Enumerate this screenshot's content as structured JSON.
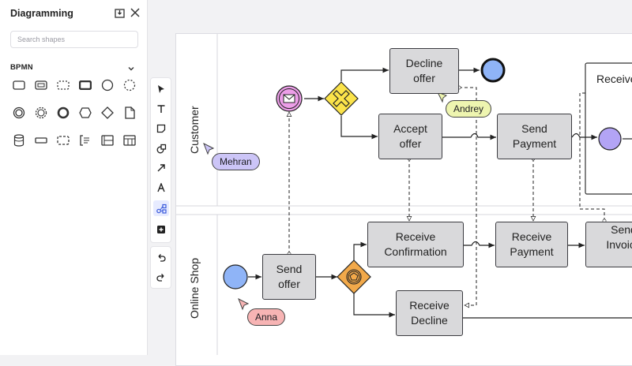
{
  "panel": {
    "title": "Diagramming",
    "search_placeholder": "Search shapes",
    "section": "BPMN"
  },
  "shapes": [
    "task",
    "subprocess",
    "transaction",
    "call-activity",
    "start-event",
    "intermediate-event",
    "intermediate-throw",
    "end-event",
    "event-based",
    "gateway",
    "data-object",
    "data-store",
    "message",
    "group",
    "annotation",
    "pool",
    "lane"
  ],
  "toolbar": [
    "select",
    "text",
    "sticky-note",
    "shapes",
    "connector",
    "pen",
    "diagram",
    "plus",
    "undo",
    "redo"
  ],
  "lanes": {
    "customer": "Customer",
    "shop": "Online Shop"
  },
  "tasks": {
    "decline_offer": "Decline offer",
    "accept_offer": "Accept offer",
    "send_payment": "Send Payment",
    "receive_top": "Receive",
    "send_offer": "Send offer",
    "receive_confirmation": "Receive Confirmation",
    "receive_payment": "Receive Payment",
    "send_invoice": "Send Invoice",
    "receive_decline": "Receive Decline"
  },
  "cursors": {
    "mehran": "Mehran",
    "andrey": "Andrey",
    "anna": "Anna"
  },
  "colors": {
    "event_blue": "#8fb4f7",
    "event_purple": "#b3a4f5",
    "message_pink": "#ec9ee8",
    "gateway_yellow": "#fbe34a",
    "gateway_orange": "#f2a94a",
    "mehran": "#ccc5f7",
    "andrey": "#eef5b0",
    "anna": "#f7b4b4"
  }
}
